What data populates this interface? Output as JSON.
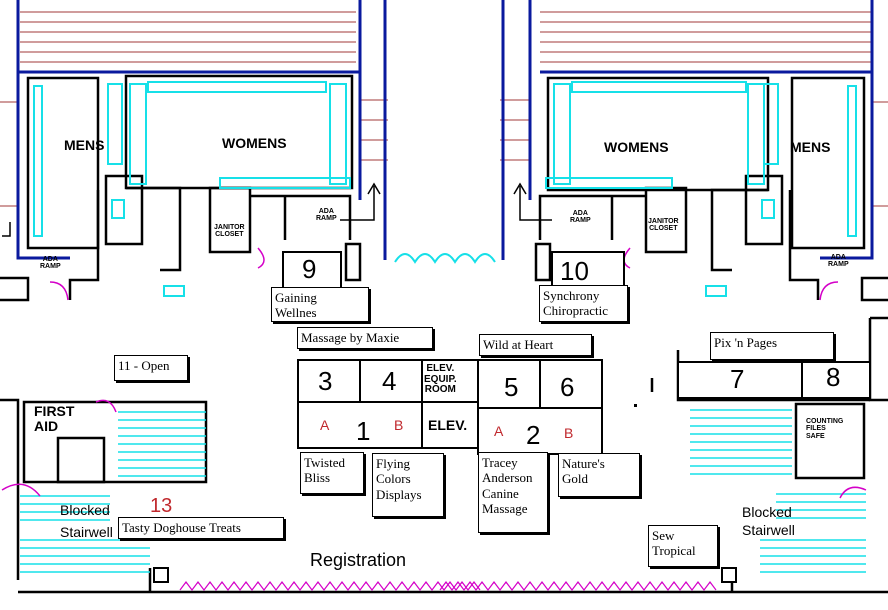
{
  "rooms": {
    "mens_left": "MENS",
    "womens_left": "WOMENS",
    "womens_right": "WOMENS",
    "mens_right": "MENS",
    "ada_ramp": "ADA\nRAMP",
    "ada_ramp_main": "ADA\nRAMP",
    "janitor_closet": "JANITOR\nCLOSET",
    "elev_equip_room": "ELEV.\nEQUIP.\nROOM",
    "elev": "ELEV.",
    "first_aid": "FIRST\nAID",
    "counting_files_safe": "COUNTING\nFILES\nSAFE",
    "registration": "Registration",
    "blocked_stairwell": "Blocked\nStairwell"
  },
  "booth_numbers": {
    "b1": "1",
    "b2": "2",
    "b3": "3",
    "b4": "4",
    "b5": "5",
    "b6": "6",
    "b7": "7",
    "b8": "8",
    "b9": "9",
    "b10": "10",
    "b13": "13",
    "sub_a": "A",
    "sub_b": "B"
  },
  "exhibitors": {
    "b9": "Gaining\nWellnes",
    "b10": "Synchrony\nChiropractic",
    "massage": "Massage by Maxie",
    "wild": "Wild at Heart",
    "pix": "Pix 'n Pages",
    "open11": "11 - Open",
    "twisted": "Twisted\nBliss",
    "flying": "Flying\nColors\nDisplays",
    "tracey": "Tracey\nAnderson\nCanine\nMassage",
    "natures": "Nature's\nGold",
    "tasty": "Tasty Doghouse Treats",
    "sew": "Sew\nTropical"
  },
  "colors": {
    "wall": "#0a1a9e",
    "fixture": "#16e0e8",
    "door": "#d400c8",
    "line": "#000000",
    "accent": "#c0282d",
    "brick": "#a23a3a"
  }
}
